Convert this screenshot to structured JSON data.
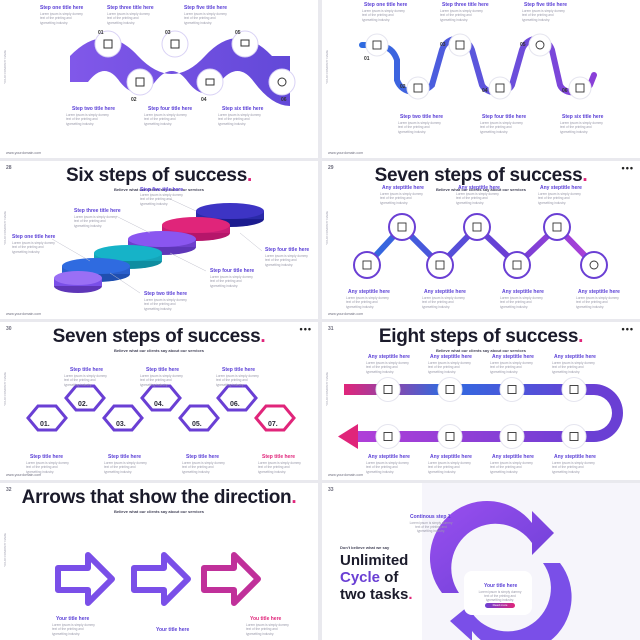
{
  "colors": {
    "purple": "#6a3fd4",
    "violet": "#8a56f0",
    "pink": "#e0257a",
    "teal": "#16b3c8",
    "blue": "#2f6be0",
    "navy": "#1c1c8f"
  },
  "footer_url": "www.yourdomain.com",
  "side_text": "YOUR COMPANY NAME",
  "lorem": "Lorem ipsum is simply dummy text of the printing and typesetting industry.",
  "slide1": {
    "top_labels": [
      "Step one title here",
      "Step three title here",
      "Step five title here"
    ],
    "bottom_labels": [
      "Step two title here",
      "Step four title here",
      "Step six title here"
    ],
    "numbers": [
      "01",
      "02",
      "03",
      "04",
      "05",
      "06"
    ],
    "icons": [
      "edit-icon",
      "calendar-icon",
      "share-icon",
      "camera-icon",
      "image-icon",
      "check-icon"
    ]
  },
  "slide2": {
    "top_labels": [
      "Step one title here",
      "Step three title here",
      "Step five title here"
    ],
    "bottom_labels": [
      "Step two title here",
      "Step four title here",
      "Step six title here"
    ],
    "numbers": [
      "01",
      "02",
      "03",
      "04",
      "05",
      "06"
    ]
  },
  "slide3": {
    "number": "28",
    "title": "Six steps of success",
    "subtitle": "Believe what our clients say about our services",
    "labels": [
      "Step five title here",
      "Step three title here",
      "Step one title here",
      "Step four title here",
      "Step four title here",
      "Step two title here"
    ]
  },
  "slide4": {
    "number": "29",
    "title": "Seven steps of success",
    "subtitle": "Believe what our clients say about our services",
    "top_labels": [
      "Any steptitle here",
      "Any steptitle here",
      "Any steptitle here"
    ],
    "bottom_labels": [
      "Any steptitle here",
      "Any steptitle here",
      "Any steptitle here",
      "Any steptitle here"
    ]
  },
  "slide5": {
    "number": "30",
    "title": "Seven steps of success",
    "subtitle": "Believe what our clients say about our services",
    "top_labels": [
      "Step title here",
      "Step title here",
      "Step title here"
    ],
    "bottom_labels": [
      "Step title here",
      "Step title here",
      "Step title here",
      "Step title here"
    ],
    "hex_numbers": [
      "01.",
      "02.",
      "03.",
      "04.",
      "05.",
      "06.",
      "07."
    ]
  },
  "slide6": {
    "number": "31",
    "title": "Eight steps of success",
    "subtitle": "Believe what our clients say about our services",
    "top_labels": [
      "Any steptitle here",
      "Any steptitle here",
      "Any steptitle here",
      "Any steptitle here"
    ],
    "bottom_labels": [
      "Any steptitle here",
      "Any steptitle here",
      "Any steptitle here",
      "Any steptitle here"
    ]
  },
  "slide7": {
    "number": "32",
    "title": "Arrows that show the direction",
    "subtitle": "Believe what our clients say about our services",
    "labels": [
      "Your title here",
      "Your title here",
      "You title here"
    ]
  },
  "slide8": {
    "number": "33",
    "dont_believe": "Don't believe what we say",
    "headline_1": "Unlimited",
    "headline_2a": "Cycle",
    "headline_2b": " of",
    "headline_3": "two tasks",
    "continous": "Continous step 1",
    "card_title": "Your title here",
    "card_button": "Read more"
  }
}
